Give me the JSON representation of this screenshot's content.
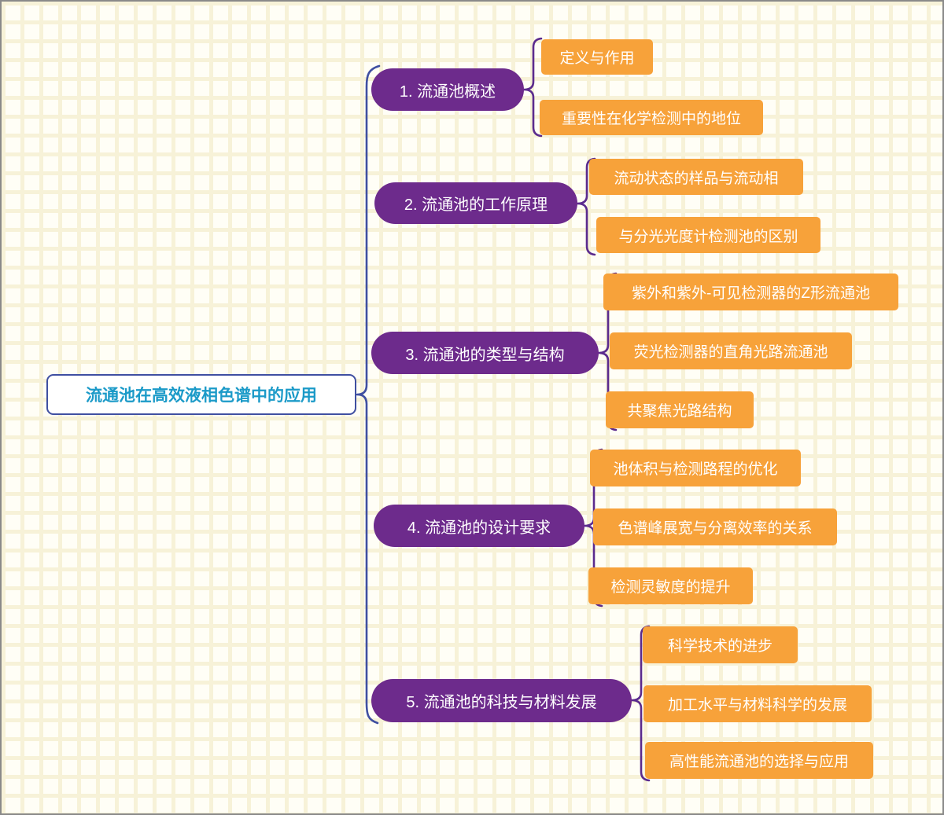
{
  "colors": {
    "root_border": "#3f4fa1",
    "root_text": "#1b9ac8",
    "branch_fill": "#6d2b8c",
    "leaf_fill": "#f7a23a",
    "main_brace": "#3f4fa1",
    "sub_brace": "#5b2b8e"
  },
  "root": {
    "label": "流通池在高效液相色谱中的应用"
  },
  "branches": [
    {
      "label": "1. 流通池概述",
      "children": [
        "定义与作用",
        "重要性在化学检测中的地位"
      ]
    },
    {
      "label": "2. 流通池的工作原理",
      "children": [
        "流动状态的样品与流动相",
        "与分光光度计检测池的区别"
      ]
    },
    {
      "label": "3. 流通池的类型与结构",
      "children": [
        "紫外和紫外-可见检测器的Z形流通池",
        "荧光检测器的直角光路流通池",
        "共聚焦光路结构"
      ]
    },
    {
      "label": "4. 流通池的设计要求",
      "children": [
        "池体积与检测路程的优化",
        "色谱峰展宽与分离效率的关系",
        "检测灵敏度的提升"
      ]
    },
    {
      "label": "5. 流通池的科技与材料发展",
      "children": [
        "科学技术的进步",
        "加工水平与材料科学的发展",
        "高性能流通池的选择与应用"
      ]
    }
  ]
}
